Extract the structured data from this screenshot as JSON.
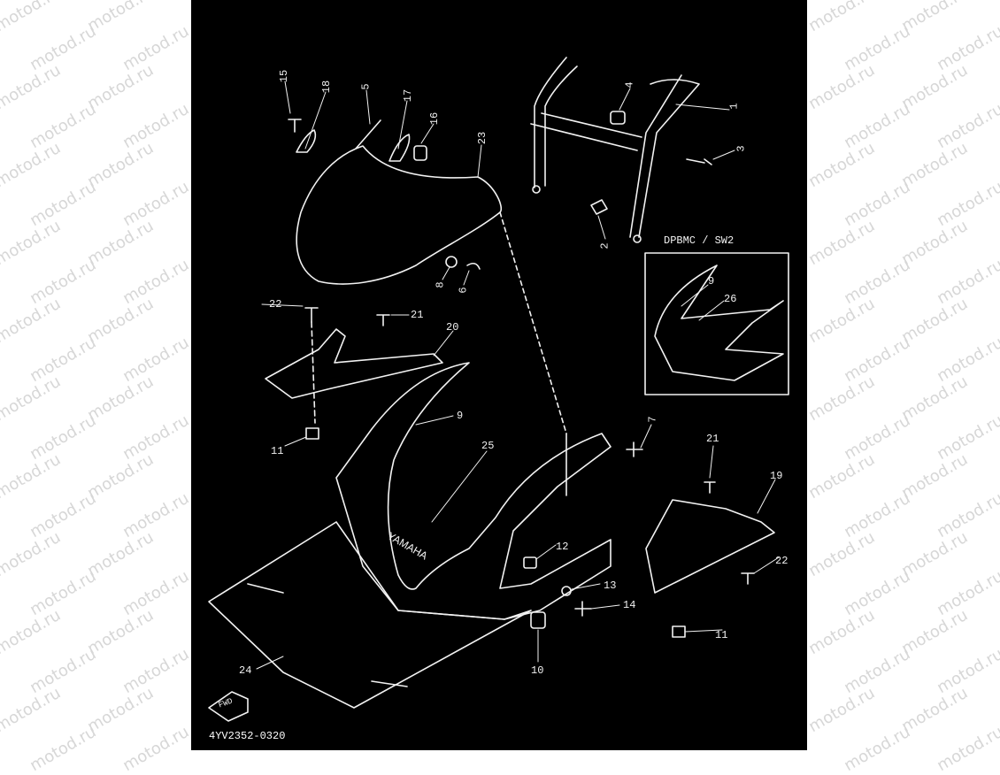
{
  "watermark_text": "motod.ru",
  "diagram": {
    "code": "4YV2352-0320",
    "variant_label": "DPBMC / SW2",
    "fwd_label": "FWD",
    "brand_text": "YAMAHA",
    "callouts": {
      "p1": "1",
      "p2": "2",
      "p3": "3",
      "p4": "4",
      "p5": "5",
      "p6": "6",
      "p7": "7",
      "p8": "8",
      "p9": "9",
      "p10": "10",
      "p11a": "11",
      "p11b": "11",
      "p12": "12",
      "p13": "13",
      "p14": "14",
      "p15": "15",
      "p16": "16",
      "p17": "17",
      "p18": "18",
      "p19": "19",
      "p20": "20",
      "p21a": "21",
      "p21b": "21",
      "p22a": "22",
      "p22b": "22",
      "p23": "23",
      "p24": "24",
      "p25": "25",
      "p9b": "9",
      "p26": "26"
    }
  },
  "colors": {
    "background": "#000000",
    "lines": "#f2f2f2",
    "page": "#ffffff",
    "watermark": "#d7d7d7"
  }
}
